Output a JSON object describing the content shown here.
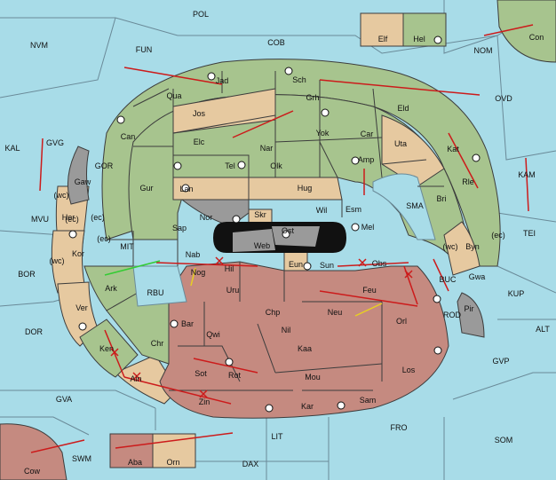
{
  "colors": {
    "sea": "#a8dce8",
    "green": "#a7c48e",
    "tan": "#e6c9a0",
    "red": "#c58a80",
    "grey": "#9a9a9a",
    "arrow": "#cc1b1b",
    "support_green": "#33cc33",
    "support_yellow": "#e8d020"
  },
  "sea_labels": [
    "POL",
    "NVM",
    "FUN",
    "COB",
    "KAL",
    "GVG",
    "GOR",
    "MVU",
    "KAM",
    "TEI",
    "SMA",
    "MIT",
    "BOR",
    "RBU",
    "BUC",
    "ROD",
    "KUP",
    "ALT",
    "DOR",
    "GVP",
    "GVA",
    "FRO",
    "SOM",
    "LIT",
    "SWM",
    "DAX",
    "NOM",
    "OVD"
  ],
  "land_labels": [
    "Jad",
    "Sch",
    "Qua",
    "Jos",
    "Grh",
    "Eld",
    "Can",
    "Elc",
    "Nar",
    "Yok",
    "Car",
    "Uta",
    "Tel",
    "Olk",
    "Amp",
    "Kat",
    "Gur",
    "Lan",
    "Hug",
    "Rle",
    "Wil",
    "Esm",
    "Bri",
    "Nor",
    "Skr",
    "Ost",
    "Mel",
    "Sap",
    "Web",
    "Byn",
    "Gaw",
    "Her",
    "Kor",
    "Ark",
    "Nab",
    "Eun",
    "Hil",
    "Sun",
    "Obs",
    "Nog",
    "Uru",
    "Feu",
    "Gwa",
    "Pir",
    "Ver",
    "Chp",
    "Neu",
    "Orl",
    "Bar",
    "Qwi",
    "Nil",
    "Chr",
    "Kaa",
    "Ken",
    "Sot",
    "Rot",
    "Mou",
    "Los",
    "Ain",
    "Zin",
    "Kar",
    "Sam",
    "Elf",
    "Hel",
    "Con",
    "Cow",
    "Aba",
    "Orn"
  ],
  "coast_tags": [
    "(wc)",
    "(ec)",
    "(ec)",
    "(wc)",
    "(ec)",
    "(wc)",
    "(ec)"
  ]
}
